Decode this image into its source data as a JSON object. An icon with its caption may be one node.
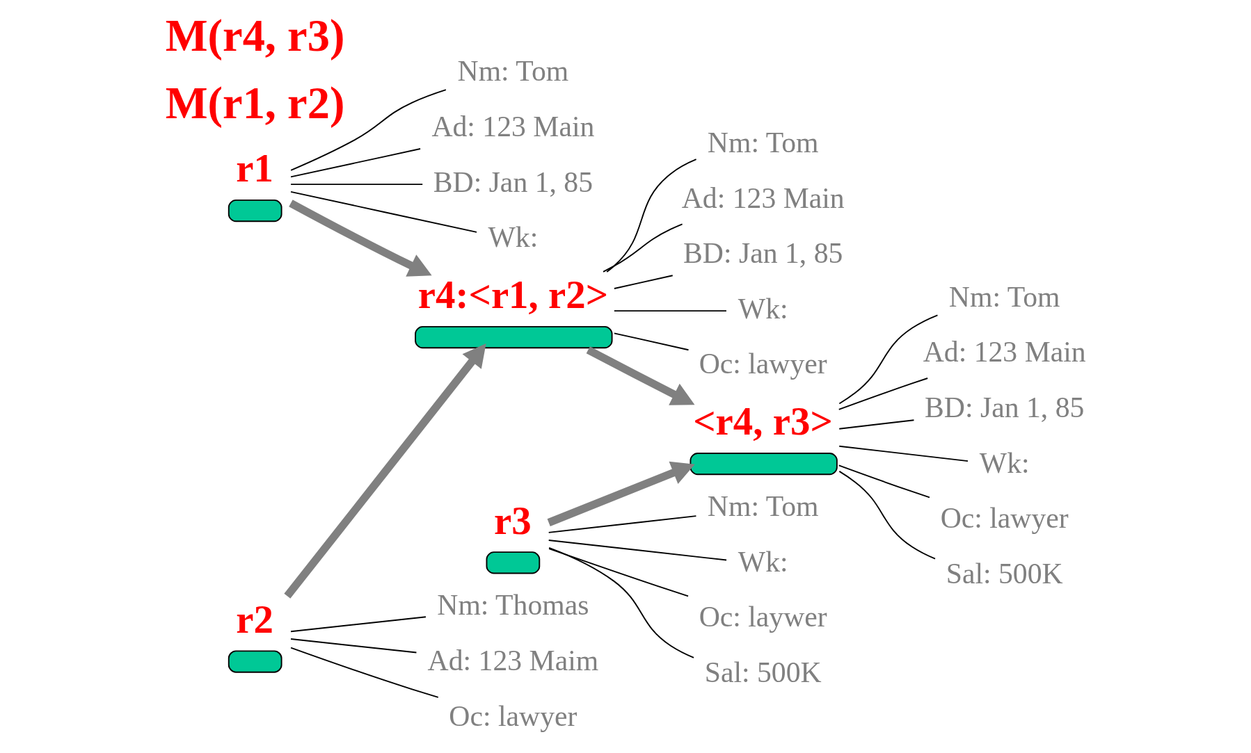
{
  "diagram": {
    "nodes": [
      {
        "text": [],
        "shape": "box",
        "beside": [
          "r1"
        ]
      },
      {
        "text": [
          "Nm: Tom"
        ]
      },
      {
        "text": [
          "Ad: 123 Main"
        ]
      },
      {
        "text": [
          "BD: Jan 1, 85"
        ]
      },
      {
        "text": [
          "Wk:"
        ]
      },
      {
        "text": [],
        "shape": "box",
        "beside": [
          "r2"
        ]
      },
      {
        "text": [
          "Nm: Thomas"
        ]
      },
      {
        "text": [
          "Ad: 123 Maim"
        ]
      },
      {
        "text": [
          "Oc: lawyer"
        ]
      },
      {
        "text": [],
        "shape": "box",
        "beside": [
          "r3"
        ]
      },
      {
        "text": [
          "Nm: Tom"
        ]
      },
      {
        "text": [
          "Wk:"
        ]
      },
      {
        "text": [
          "Oc: laywer"
        ]
      },
      {
        "text": [
          "Sal: 500K"
        ]
      },
      {
        "text": [],
        "shape": "box",
        "beside": [
          "r4:<r1, r2>"
        ]
      },
      {
        "text": [
          "Nm: Tom"
        ]
      },
      {
        "text": [
          "Ad: 123 Main"
        ]
      },
      {
        "text": [
          "BD: Jan 1, 85"
        ]
      },
      {
        "text": [
          "Wk:"
        ]
      },
      {
        "text": [
          "Oc: lawyer"
        ]
      },
      {
        "text": [],
        "shape": "box",
        "beside": [
          "<r4, r3>"
        ]
      },
      {
        "text": [
          "Nm: Tom"
        ]
      },
      {
        "text": [
          "Ad: 123 Main"
        ]
      },
      {
        "text": [
          "BD: Jan 1, 85"
        ]
      },
      {
        "text": [
          "Wk:"
        ]
      },
      {
        "text": [
          "Oc: lawyer"
        ]
      },
      {
        "text": [
          "Sal: 500K"
        ]
      }
    ],
    "edges": [
      {
        "from": 0,
        "to": 1,
        "arrow": "none"
      },
      {
        "from": 0,
        "to": 2,
        "arrow": "none"
      },
      {
        "from": 0,
        "to": 3,
        "arrow": "none"
      },
      {
        "from": 0,
        "to": 4,
        "arrow": "none"
      },
      {
        "from": 5,
        "to": 6,
        "arrow": "none"
      },
      {
        "from": 5,
        "to": 7,
        "arrow": "none"
      },
      {
        "from": 5,
        "to": 8,
        "arrow": "none"
      },
      {
        "from": 9,
        "to": 10,
        "arrow": "none"
      },
      {
        "from": 9,
        "to": 11,
        "arrow": "none"
      },
      {
        "from": 9,
        "to": 12,
        "arrow": "none"
      },
      {
        "from": 9,
        "to": 13,
        "arrow": "none"
      },
      {
        "from": 14,
        "to": 15,
        "arrow": "none"
      },
      {
        "from": 14,
        "to": 16,
        "arrow": "none"
      },
      {
        "from": 14,
        "to": 17,
        "arrow": "none"
      },
      {
        "from": 14,
        "to": 18,
        "arrow": "none"
      },
      {
        "from": 14,
        "to": 19,
        "arrow": "none"
      },
      {
        "from": 20,
        "to": 21,
        "arrow": "none"
      },
      {
        "from": 20,
        "to": 22,
        "arrow": "none"
      },
      {
        "from": 20,
        "to": 23,
        "arrow": "none"
      },
      {
        "from": 20,
        "to": 24,
        "arrow": "none"
      },
      {
        "from": 20,
        "to": 25,
        "arrow": "none"
      },
      {
        "from": 20,
        "to": 26,
        "arrow": "none"
      },
      {
        "from": 0,
        "to": 14,
        "arrow": "to",
        "style": "thick",
        "color": "#808080"
      },
      {
        "from": 5,
        "to": 14,
        "arrow": "to",
        "style": "thick",
        "color": "#808080"
      },
      {
        "from": 9,
        "to": 20,
        "arrow": "to",
        "style": "thick",
        "color": "#808080"
      },
      {
        "from": 14,
        "to": 20,
        "arrow": "to",
        "style": "thick",
        "color": "#808080"
      }
    ],
    "labels": [
      "M(r1, r2)",
      "M(r4, r3)"
    ]
  }
}
